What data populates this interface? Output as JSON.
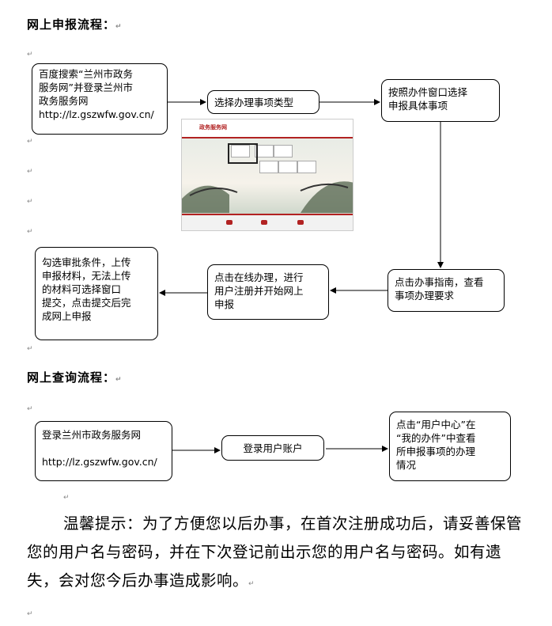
{
  "section1": {
    "heading": "网上申报流程：",
    "boxes": [
      {
        "lines": [
          "百度搜索“兰州市政务",
          "服务网”并登录兰州市",
          "政务服务网",
          "http://lz.gszwfw.gov.cn/"
        ]
      },
      {
        "lines": [
          "选择办理事项类型"
        ]
      },
      {
        "lines": [
          "按照办件窗口选择",
          "申报具体事项"
        ]
      },
      {
        "lines": [
          "点击办事指南，查看",
          "事项办理要求"
        ]
      },
      {
        "lines": [
          "点击在线办理，进行",
          "用户注册并开始网上",
          "申报"
        ]
      },
      {
        "lines": [
          "勾选审批条件，上传",
          "申报材料，无法上传",
          "的材料可选择窗口",
          "提交，点击提交后完",
          "成网上申报"
        ]
      }
    ]
  },
  "section2": {
    "heading": "网上查询流程：",
    "boxes": [
      {
        "lines": [
          "登录兰州市政务服务网",
          "",
          "http://lz.gszwfw.gov.cn/"
        ]
      },
      {
        "lines": [
          "登录用户账户"
        ]
      },
      {
        "lines": [
          "点击“用户中心”在",
          "“我的办件”中查看",
          "所申报事项的办理",
          "情况"
        ]
      }
    ]
  },
  "tip": {
    "text": "温馨提示：为了方便您以后办事，在首次注册成功后，请妥善保管您的用户名与密码，并在下次登记前出示您的用户名与密码。如有遗失，会对您今后办事造成影响。"
  },
  "screenshot": {
    "logo": "政务服务网"
  },
  "paragraph_mark": "↵"
}
